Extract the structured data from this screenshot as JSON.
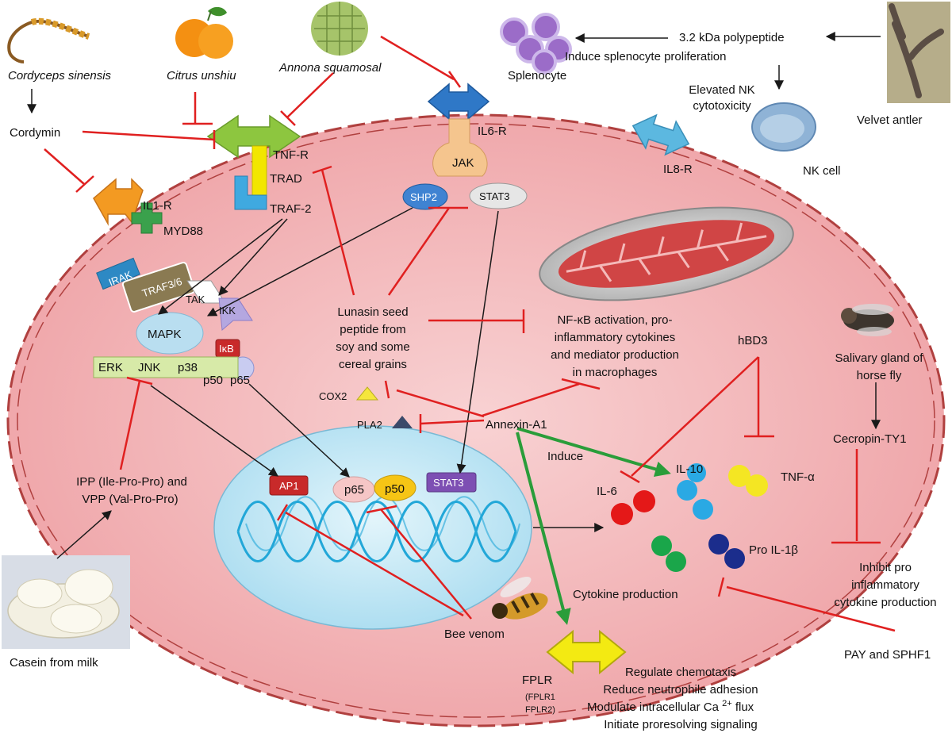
{
  "sources": {
    "cordyceps": "Cordyceps sinensis",
    "citrus": "Citrus unshiu",
    "annona": "Annona squamosal",
    "velvet_antler": "Velvet antler",
    "casein": "Casein from milk",
    "horse_fly": [
      "Salivary gland of",
      "horse fly"
    ],
    "bee_venom": "Bee venom",
    "pay_sphf1": "PAY and SPHF1",
    "lunasin": [
      "Lunasin seed",
      "peptide from",
      "soy and some",
      "cereal grains"
    ]
  },
  "peptides": {
    "cordymin": "Cordymin",
    "polypeptide": "3.2 kDa polypeptide",
    "induce_splenocyte": "Induce splenocyte proliferation",
    "elevated_nk": [
      "Elevated NK",
      "cytotoxicity"
    ],
    "ipp_vpp": [
      "IPP (Ile-Pro-Pro) and",
      "VPP (Val-Pro-Pro)"
    ],
    "cecropin": "Cecropin-TY1",
    "hbd3": "hBD3",
    "annexin": "Annexin-A1"
  },
  "cells": {
    "splenocyte": "Splenocyte",
    "nk_cell": "NK cell"
  },
  "receptors": {
    "tnf_r": "TNF-R",
    "trad": "TRAD",
    "traf2": "TRAF-2",
    "il6_r": "IL6-R",
    "jak": "JAK",
    "shp2": "SHP2",
    "stat3": "STAT3",
    "il8_r": "IL8-R",
    "il1_r": "IL1-R",
    "myd88": "MYD88",
    "irak": "IRAK",
    "traf36": "TRAF3/6",
    "tak": "TAK",
    "ikk": "IKK",
    "mapk": "MAPK",
    "ikb": "IκB",
    "p50": "p50",
    "p65": "p65",
    "erk": "ERK",
    "jnk": "JNK",
    "p38": "p38",
    "fplr": "FPLR",
    "fplr_sub": [
      "(FPLR1",
      "FPLR2)"
    ]
  },
  "nucleus": {
    "ap1": "AP1",
    "p65": "p65",
    "p50": "p50",
    "stat3": "STAT3"
  },
  "effects": {
    "nfkb": [
      "NF-κB activation, pro-",
      "inflammatory cytokines",
      "and mediator production",
      "in macrophages"
    ],
    "cox2": "COX2",
    "pla2": "PLA2",
    "induce": "Induce",
    "il10": "IL-10",
    "tnfa": "TNF-α",
    "il6": "IL-6",
    "pro_il1b": "Pro IL-1β",
    "cytokine_production": "Cytokine production",
    "inhibit_pro": [
      "Inhibit pro",
      "inflammatory",
      "cytokine production"
    ],
    "fplr_effects": [
      "Regulate chemotaxis",
      "Reduce neutrophile adhesion",
      "Modulate intracellular Ca",
      "Initiate proresolving signaling"
    ],
    "ca_super": "2+",
    "flux": " flux"
  },
  "colors": {
    "cell_fill": "#f3b9bb",
    "cell_border": "#b0403f",
    "inhibit": "#e02020",
    "activate": "#1a1a1a",
    "induce": "#2a9d3a",
    "nucleus": "#bfe6f5",
    "dna": "#22a7d8"
  }
}
